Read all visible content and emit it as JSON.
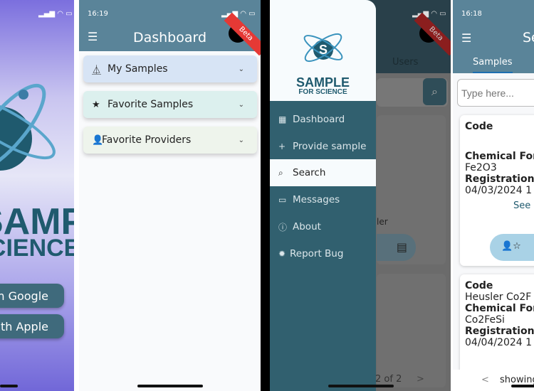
{
  "login": {
    "logo_line1": "SAMPLE",
    "logo_line2": "FOR SCIENCE",
    "google_button": "Sign in with Google",
    "google_visible": "h Google",
    "apple_button": "Sign in with Apple",
    "apple_visible": "h Apple"
  },
  "dashboard": {
    "time": "16:19",
    "title": "Dashboard",
    "beta": "Beta",
    "sections": [
      {
        "icon": "flask-icon",
        "label": "My Samples",
        "color": "#d7e4f5"
      },
      {
        "icon": "star-icon",
        "label": "Favorite Samples",
        "color": "#dcf0ee"
      },
      {
        "icon": "person-icon",
        "label": "Favorite Providers",
        "color": "#eef4ec"
      }
    ]
  },
  "drawer": {
    "logo_line1": "SAMPLE",
    "logo_line2": "FOR SCIENCE",
    "items": [
      {
        "icon": "grid-icon",
        "label": "Dashboard"
      },
      {
        "icon": "plus-icon",
        "label": "Provide sample"
      },
      {
        "icon": "search-icon",
        "label": "Search",
        "selected": true
      },
      {
        "icon": "message-icon",
        "label": "Messages"
      },
      {
        "icon": "info-icon",
        "label": "About"
      },
      {
        "icon": "bug-icon",
        "label": "Report Bug"
      }
    ],
    "bg_tab": "Users",
    "bg_beta": "Beta",
    "bg_text": "ler",
    "bg_pagination": "2  of  2",
    "bg_next": ">"
  },
  "search": {
    "time": "16:18",
    "title": "Se",
    "tab": "Samples",
    "placeholder": "Type here...",
    "cards": [
      {
        "code_label": "Code",
        "code": "",
        "formula_label": "Chemical For",
        "formula": "Fe2O3",
        "reg_label": "Registration",
        "reg": "04/03/2024 1",
        "link": "See"
      },
      {
        "code_label": "Code",
        "code": "Heusler Co2F",
        "formula_label": "Chemical For",
        "formula": "Co2FeSi",
        "reg_label": "Registration",
        "reg": "04/04/2024 1"
      }
    ],
    "prev": "<",
    "showing": "showing"
  },
  "colors": {
    "header": "#5a8499",
    "drawer": "#31606f",
    "accent": "#1f5a6e"
  }
}
